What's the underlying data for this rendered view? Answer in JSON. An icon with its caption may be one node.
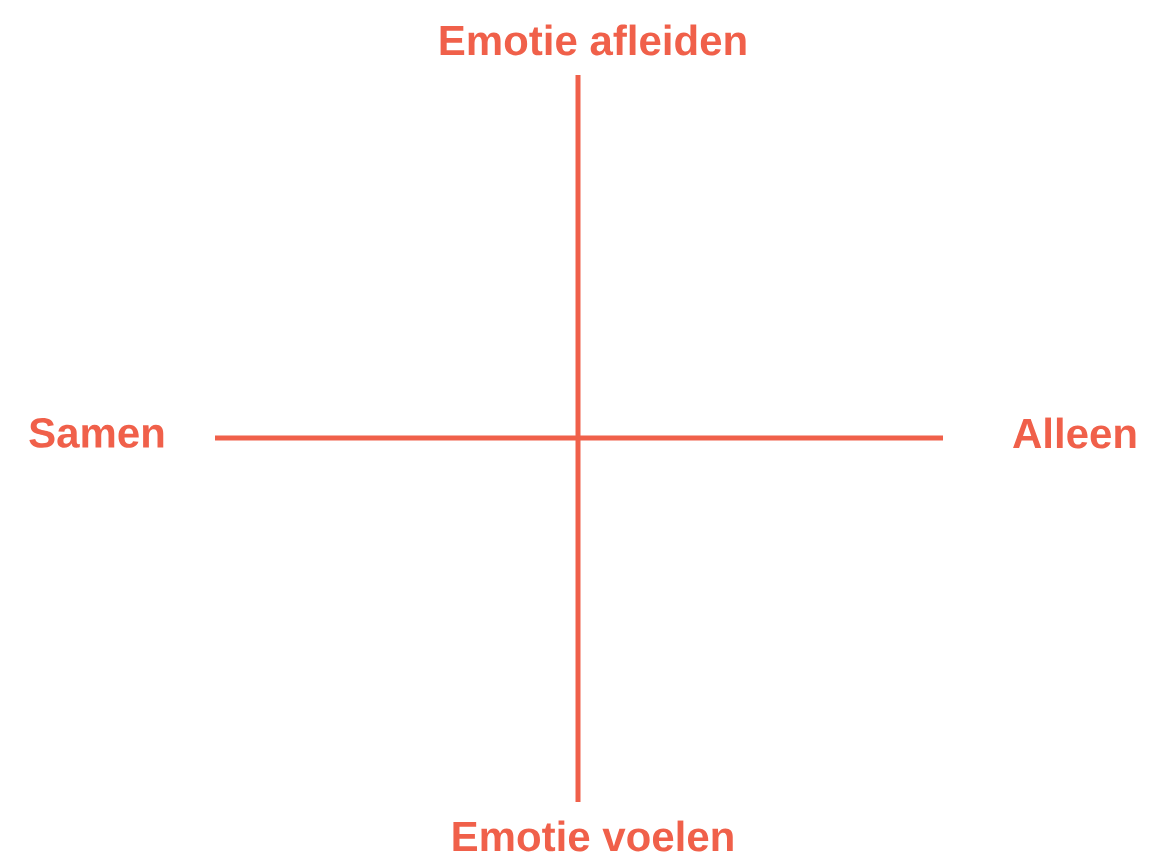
{
  "diagram": {
    "labels": [
      "Emotie afleiden",
      "Samen",
      "Alleen",
      "Emotie voelen"
    ]
  }
}
